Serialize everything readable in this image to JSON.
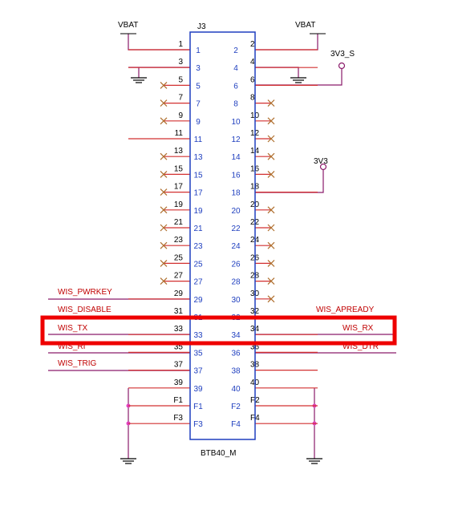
{
  "connector": {
    "ref": "J3",
    "part": "BTB40_M",
    "left_pins": [
      "1",
      "3",
      "5",
      "7",
      "9",
      "11",
      "13",
      "15",
      "17",
      "19",
      "21",
      "23",
      "25",
      "27",
      "29",
      "31",
      "33",
      "35",
      "37",
      "39",
      "F1",
      "F3"
    ],
    "right_pins": [
      "2",
      "4",
      "6",
      "8",
      "10",
      "12",
      "14",
      "16",
      "18",
      "20",
      "22",
      "24",
      "26",
      "28",
      "30",
      "32",
      "34",
      "36",
      "38",
      "40",
      "F2",
      "F4"
    ],
    "left_inner": [
      "1",
      "3",
      "5",
      "7",
      "9",
      "11",
      "13",
      "15",
      "17",
      "19",
      "21",
      "23",
      "25",
      "27",
      "29",
      "31",
      "33",
      "35",
      "37",
      "39",
      "F1",
      "F3"
    ],
    "right_inner": [
      "2",
      "4",
      "6",
      "8",
      "10",
      "12",
      "14",
      "16",
      "18",
      "20",
      "22",
      "24",
      "26",
      "28",
      "30",
      "32",
      "34",
      "36",
      "38",
      "40",
      "F2",
      "F4"
    ]
  },
  "nets": {
    "vbat_left": "VBAT",
    "vbat_right": "VBAT",
    "v3v3_s": "3V3_S",
    "v3v3": "3V3",
    "wis_pwrkey": "WIS_PWRKEY",
    "wis_disable": "WIS_DISABLE",
    "wis_tx": "WIS_TX",
    "wis_ri": "WIS_RI",
    "wis_trig": "WIS_TRIG",
    "wis_apready": "WIS_APREADY",
    "wis_rx": "WIS_RX",
    "wis_dtr": "WIS_DTR"
  },
  "colors": {
    "body": "#1f3fbf",
    "pin_line": "#d23030",
    "wire": "#8a1a6a",
    "no_connect": "#b07030",
    "highlight": "#ee0000",
    "junction": "#e040c0"
  }
}
